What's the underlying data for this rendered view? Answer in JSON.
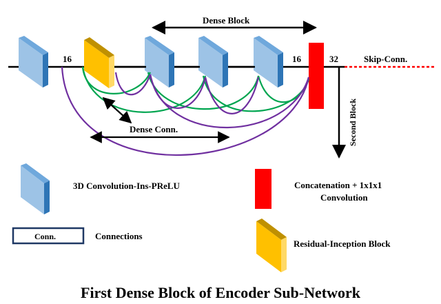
{
  "diagram": {
    "title": "First Dense Block of Encoder Sub-Network",
    "dense_block_label": "Dense Block",
    "dense_conn_label": "Dense Conn.",
    "skip_conn_label": "Skip-Conn.",
    "second_block_label": "Second Block",
    "channel_labels": {
      "first": "16",
      "before_concat": "16",
      "after_concat": "32"
    },
    "legend": {
      "conv": "3D Convolution-Ins-PReLU",
      "concat_line1": "Concatenation + 1x1x1",
      "concat_line2": "Convolution",
      "conn_box": "Conn.",
      "connections": "Connections",
      "residual": "Residual-Inception Block"
    },
    "colors": {
      "conv_face": "#9dc3e6",
      "conv_side": "#2e75b6",
      "residual_face": "#ffc000",
      "residual_top": "#bf9000",
      "concat": "#ff0000",
      "dense_arc_green": "#00a550",
      "dense_arc_purple": "#7030a0",
      "skip_line": "#ff0000",
      "conn_box_border": "#1f3864"
    }
  }
}
